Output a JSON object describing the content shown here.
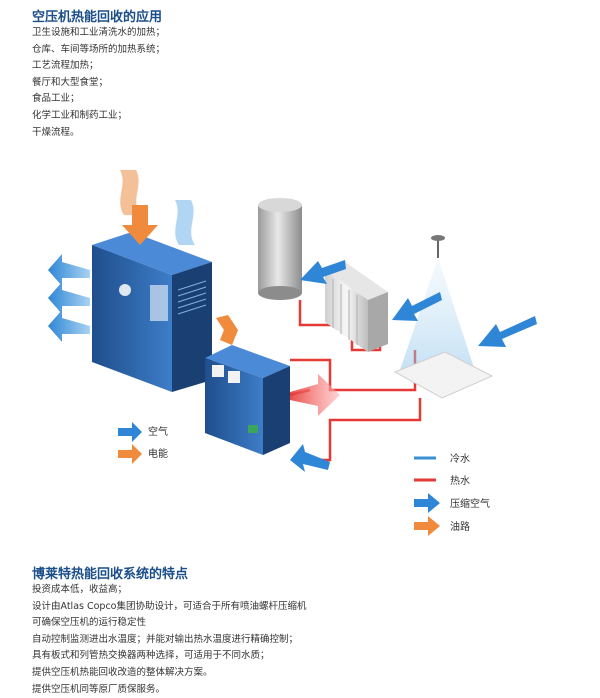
{
  "section1": {
    "title": "空压机热能回收的应用",
    "items": [
      "卫生设施和工业清洗水的加热；",
      "仓库、车间等场所的加热系统；",
      "工艺流程加热；",
      "餐厅和大型食堂；",
      "食品工业；",
      "化学工业和制药工业；",
      "干燥流程。"
    ]
  },
  "diagram": {
    "left_legend": [
      {
        "label": "空气",
        "icon": "air-arrow-icon"
      },
      {
        "label": "电能",
        "icon": "power-arrow-icon"
      }
    ],
    "right_legend": [
      {
        "label": "冷水",
        "icon": "cold-water-line-icon",
        "color": "#3a8fd6"
      },
      {
        "label": "热水",
        "icon": "hot-water-line-icon",
        "color": "#e53935"
      },
      {
        "label": "压缩空气",
        "icon": "compressed-air-arrow-icon",
        "color": "#2f86d6"
      },
      {
        "label": "油路",
        "icon": "oil-arrow-icon",
        "color": "#f08a3c"
      }
    ],
    "colors": {
      "compressor": "#2b5fa6",
      "cold": "#3a8fd6",
      "hot": "#e53935",
      "oil": "#f08a3c"
    }
  },
  "section2": {
    "title": "博莱特热能回收系统的特点",
    "items": [
      "投资成本低，收益高；",
      "设计由Atlas Copco集团协助设计，可适合于所有喷油螺杆压缩机",
      "可确保空压机的运行稳定性",
      "自动控制监测进出水温度；并能对输出热水温度进行精确控制；",
      "具有板式和列管热交换器两种选择，可适用于不同水质；",
      "提供空压机热能回收改造的整体解决方案。",
      "提供空压机同等原厂质保服务。"
    ]
  }
}
